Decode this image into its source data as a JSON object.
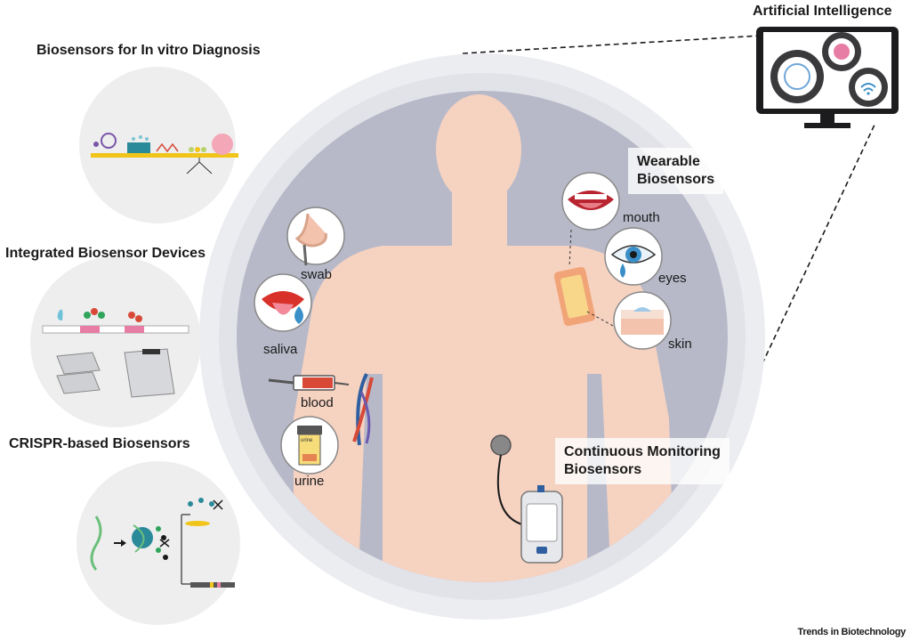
{
  "headings": {
    "ai": "Artificial Intelligence",
    "in_vitro": "Biosensors for In vitro Diagnosis",
    "integrated": "Integrated Biosensor Devices",
    "crispr": "CRISPR-based Biosensors",
    "wearable_line1": "Wearable",
    "wearable_line2": "Biosensors",
    "continuous_line1": "Continuous Monitoring",
    "continuous_line2": "Biosensors"
  },
  "samples": {
    "swab": "swab",
    "saliva": "saliva",
    "blood": "blood",
    "urine": "urine"
  },
  "wearable_sites": {
    "mouth": "mouth",
    "eyes": "eyes",
    "skin": "skin"
  },
  "urine_cup_text": "urine",
  "credit": "Trends in Biotechnology",
  "colors": {
    "outer_ring": "#ecedf1",
    "inner_disc": "#b7b9c8",
    "skin": "#f6d2c1",
    "side_circle": "#eeeeef",
    "gear": "#3a3a3c",
    "monitor": "#1c1c1e",
    "brain_pink": "#e77da4",
    "brain_blue": "#6fa7d8",
    "blood_red": "#d84a37",
    "eye_blue": "#3b8fc8",
    "patch_orange": "#f1a477",
    "strip_yellow": "#f0c419",
    "device_blue": "#2f5fa0"
  },
  "icons": [
    "brain-gear-icon",
    "wifi-gear-icon",
    "nose-icon",
    "lips-icon",
    "syringe-icon",
    "urine-cup-icon",
    "mouth-icon",
    "eye-icon",
    "skin-icon",
    "patch-icon",
    "glucose-monitor-icon",
    "scissors-icon",
    "dna-icon"
  ]
}
